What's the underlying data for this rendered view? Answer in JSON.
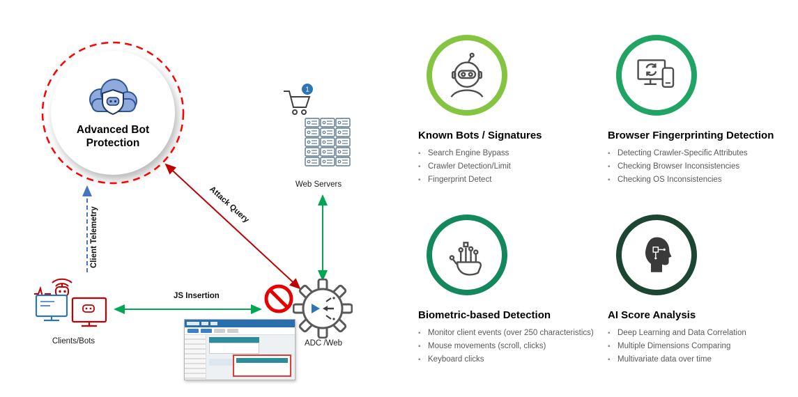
{
  "diagram": {
    "abp_label": "Advanced Bot Protection",
    "web_servers_label": "Web Servers",
    "clients_label": "Clients/Bots",
    "adc_label": "ADC /Web",
    "cart_badge": "1",
    "arrows": {
      "client_telemetry": "Client Telemetry",
      "attack_query": "Attack Query",
      "js_insertion": "JS Insertion"
    },
    "colors": {
      "abp_ring": "#ff0000",
      "attack_arrow": "#c00000",
      "telemetry_arrow": "#4472c4",
      "insertion_arrow": "#00a651"
    }
  },
  "features": [
    {
      "title": "Known Bots / Signatures",
      "ring_color": "#85c441",
      "icon": "robot-icon",
      "items": [
        "Search Engine Bypass",
        "Crawler Detection/Limit",
        "Fingerprint Detect"
      ]
    },
    {
      "title": "Browser Fingerprinting Detection",
      "ring_color": "#1fa463",
      "icon": "browser-fingerprint-icon",
      "items": [
        "Detecting Crawler-Specific Attributes",
        "Checking Browser Inconsistencies",
        "Checking OS Inconsistencies"
      ]
    },
    {
      "title": "Biometric-based Detection",
      "ring_color": "#13885c",
      "icon": "biometric-hand-icon",
      "items": [
        "Monitor client events (over 250 characteristics)",
        "Mouse movements (scroll, clicks)",
        "Keyboard clicks"
      ]
    },
    {
      "title": "AI Score Analysis",
      "ring_color": "#1c4632",
      "icon": "ai-head-icon",
      "items": [
        "Deep Learning and Data Correlation",
        "Multiple Dimensions Comparing",
        "Multivariate data over time"
      ]
    }
  ]
}
